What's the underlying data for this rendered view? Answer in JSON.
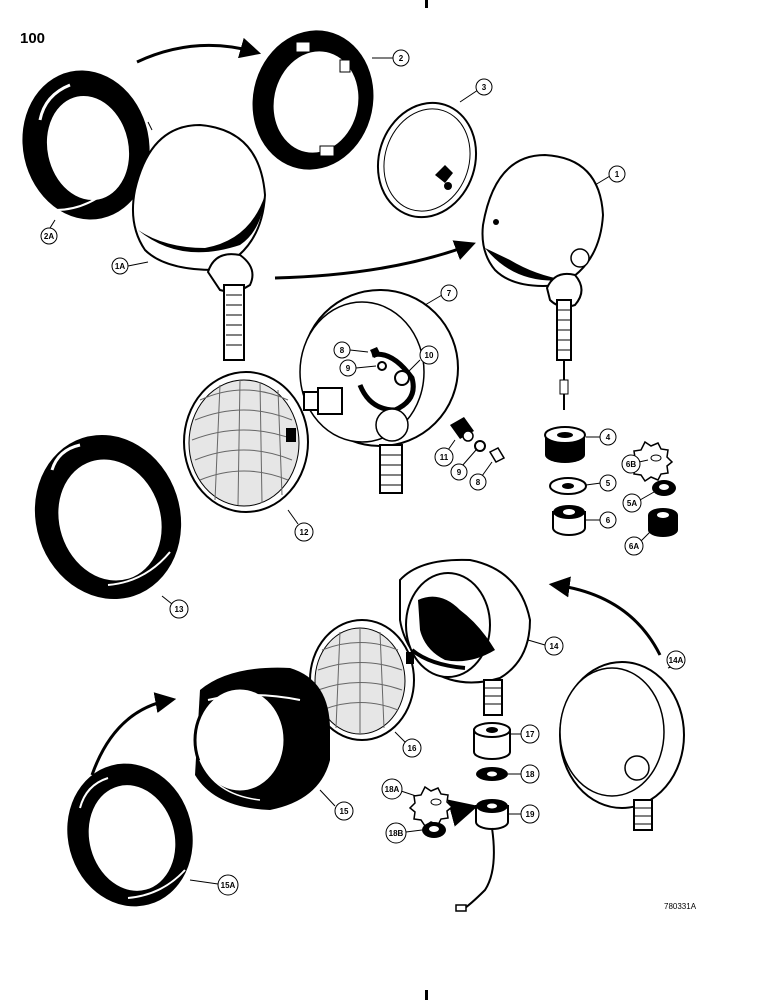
{
  "page": {
    "number": "100",
    "figure_code": "780331A"
  },
  "callouts": {
    "c1": "1",
    "c1A": "1A",
    "c2": "2",
    "c2A": "2A",
    "c3": "3",
    "c4": "4",
    "c5": "5",
    "c5A": "5A",
    "c6": "6",
    "c6A": "6A",
    "c6B": "6B",
    "c7": "7",
    "c8a": "8",
    "c8b": "8",
    "c9a": "9",
    "c9b": "9",
    "c10": "10",
    "c11": "11",
    "c12": "12",
    "c13": "13",
    "c14": "14",
    "c14A": "14A",
    "c15": "15",
    "c15A": "15A",
    "c16": "16",
    "c17": "17",
    "c18": "18",
    "c18A": "18A",
    "c18B": "18B",
    "c19": "19"
  }
}
